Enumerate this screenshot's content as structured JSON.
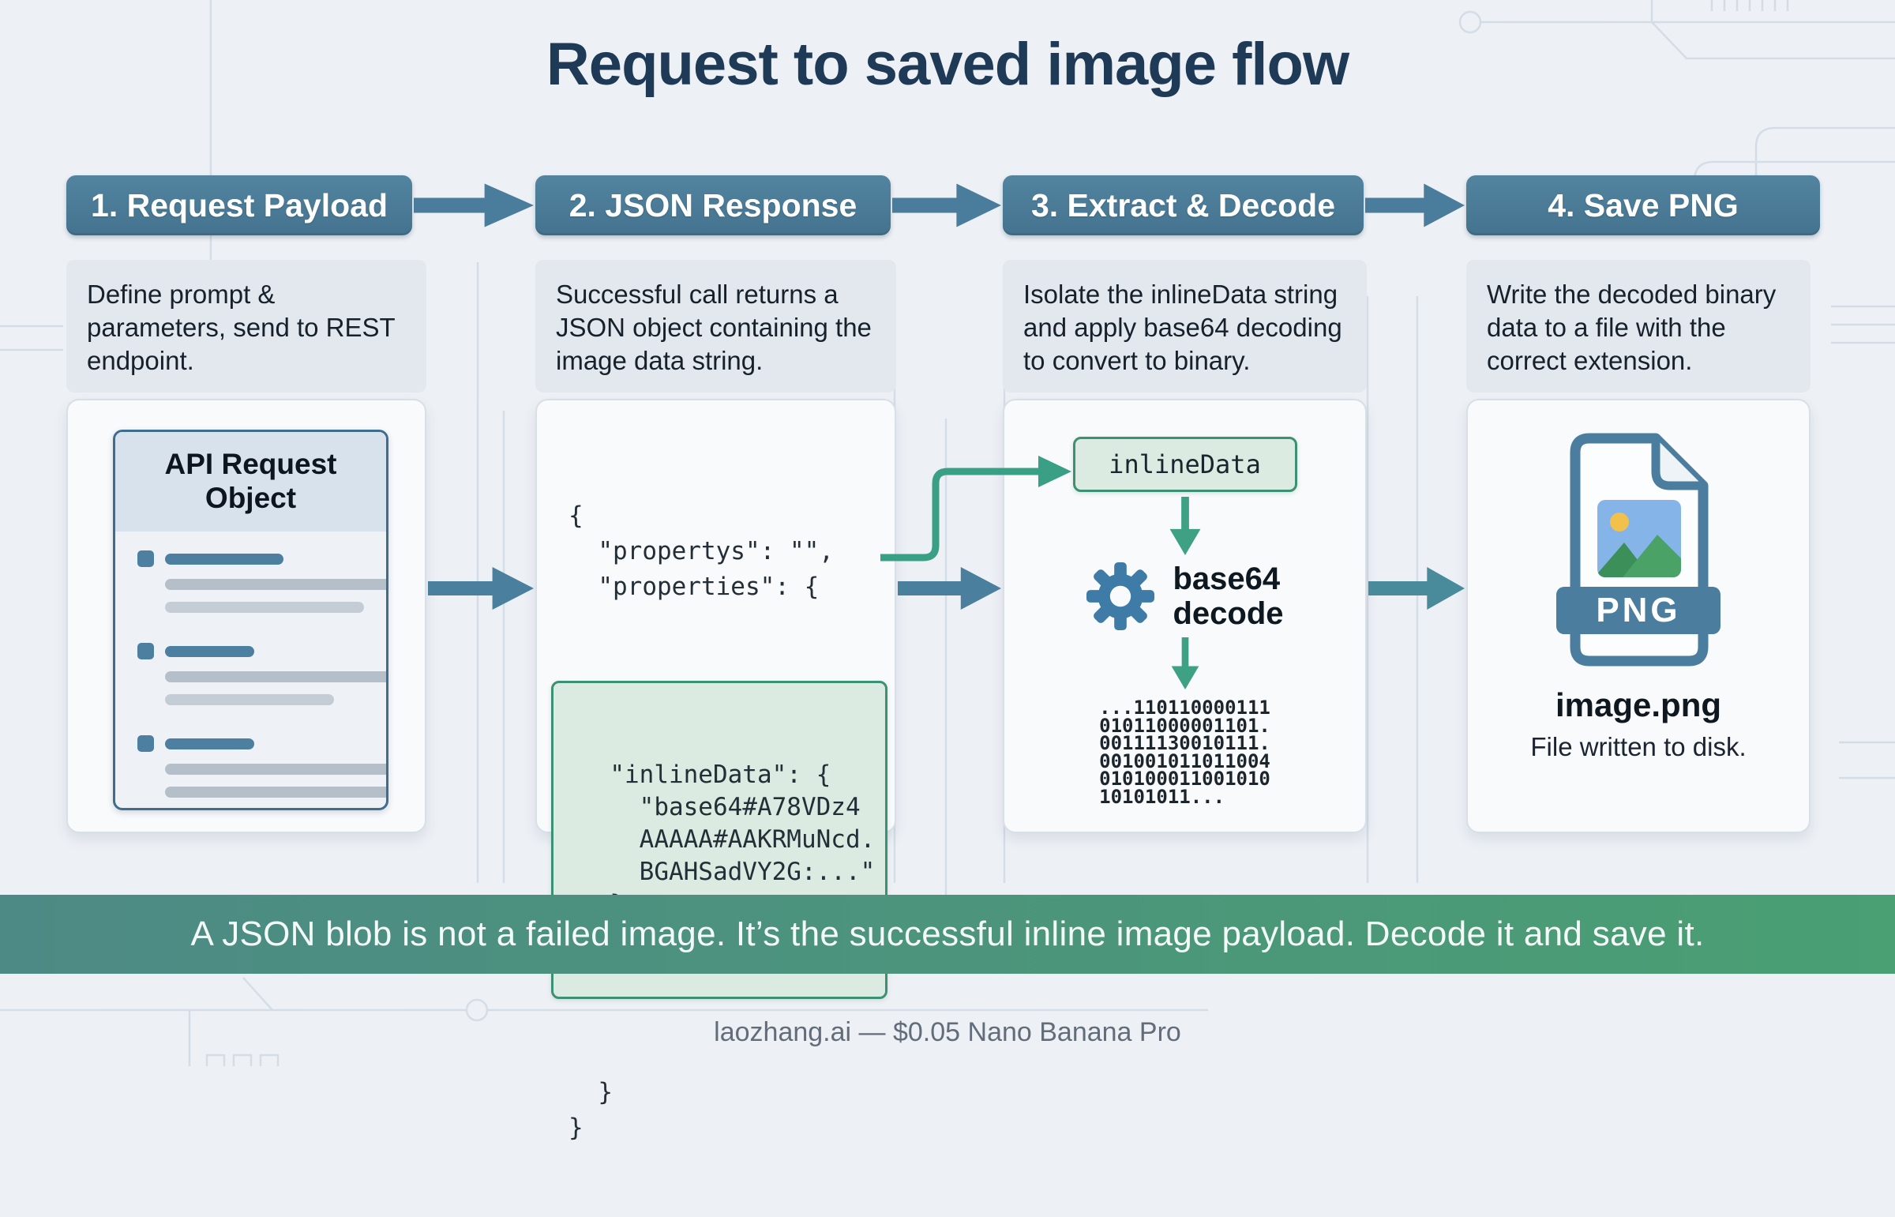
{
  "title": "Request to saved image flow",
  "steps": [
    {
      "header": "1. Request Payload",
      "description": "Define prompt & parameters, send to REST endpoint."
    },
    {
      "header": "2. JSON Response",
      "description": "Successful call returns a JSON object containing the image data string."
    },
    {
      "header": "3. Extract & Decode",
      "description": "Isolate the inlineData string and apply base64 decoding to convert to binary."
    },
    {
      "header": "4. Save PNG",
      "description": "Write the decoded binary data to a file with the correct extension."
    }
  ],
  "request_object": {
    "title": "API Request Object"
  },
  "json_response": {
    "code_before": "{\n  \"propertys\": \"\",\n  \"properties\": {",
    "highlighted": "  \"inlineData\": {\n    \"base64#A78VDz4\n    AAAAA#AAKRMuNcd.\n    BGAHSadVY2G:...\"\n  }",
    "code_after": "  }\n}"
  },
  "extract_decode": {
    "inline_data_label": "inlineData",
    "decode_label": "base64\ndecode",
    "binary": "...110110000111\n01011000001101.\n00111130010111.\n001001011011004\n010100011001010\n10101011..."
  },
  "save_png": {
    "badge": "PNG",
    "filename": "image.png",
    "caption": "File written to disk."
  },
  "banner": {
    "text": "A JSON blob is not a failed image. It’s the successful inline image payload. Decode it and save it."
  },
  "footer": {
    "text": "laozhang.ai — $0.05 Nano Banana Pro"
  },
  "icons": [
    "arrow-right-icon",
    "arrow-down-icon",
    "gear-icon",
    "png-file-icon",
    "document-skeleton-icon"
  ],
  "colors": {
    "background": "#edf1f6",
    "title": "#1e3a56",
    "step_header": "#4a7c9c",
    "description_bg": "#e3e8ee",
    "card_bg": "#f8fafc",
    "accent_blue": "#4c7fa0",
    "accent_green": "#3d9173",
    "green_bg": "#dcebe1",
    "banner_left": "#4d8a85",
    "banner_right": "#4a9f73"
  }
}
